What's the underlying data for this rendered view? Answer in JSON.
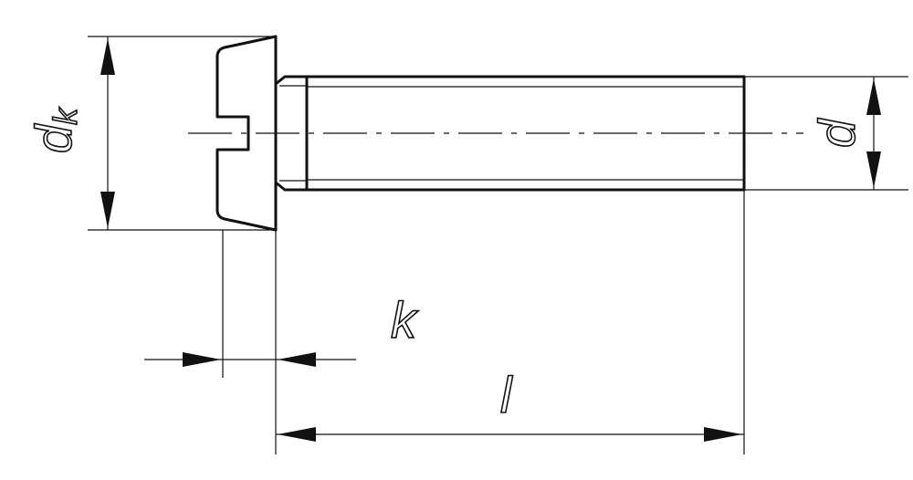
{
  "labels": {
    "head_diameter": "dk",
    "head_diameter_main": "d",
    "head_diameter_sub": "k",
    "thread_diameter": "d",
    "head_height": "k",
    "length": "l"
  }
}
